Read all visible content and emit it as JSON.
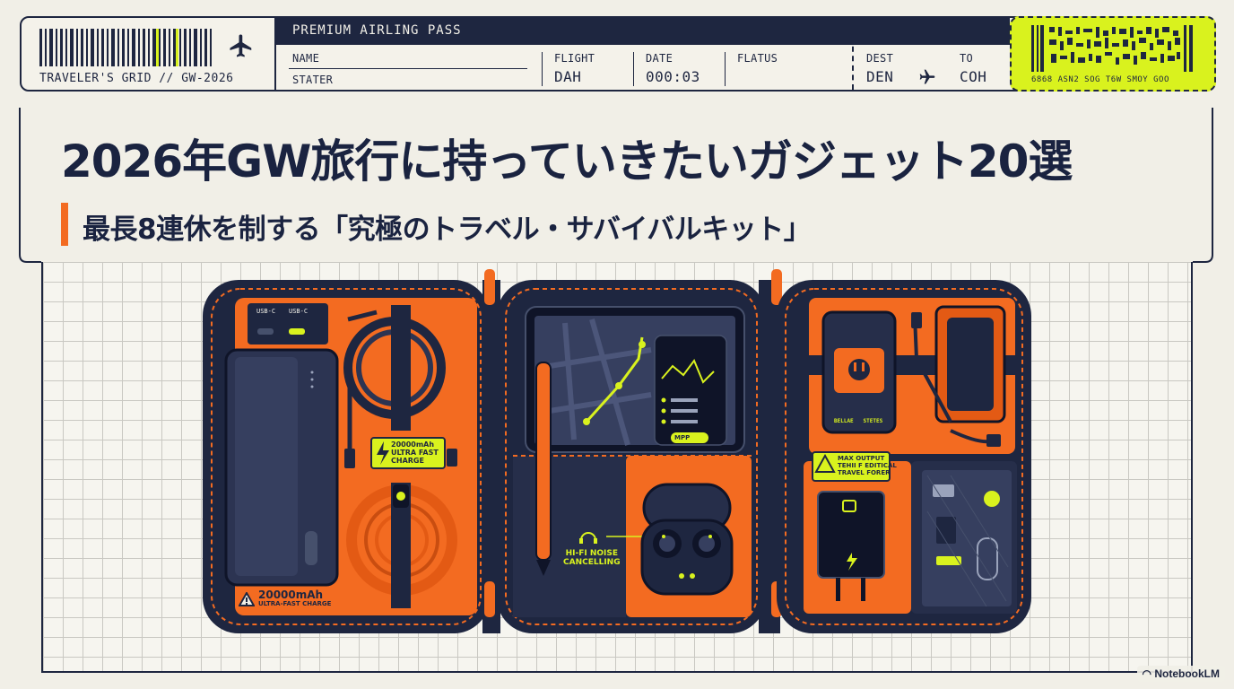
{
  "ticket": {
    "traveler_label": "TRAVELER'S GRID // GW-2026",
    "pass_title": "PREMIUM AIRLING PASS",
    "name_label": "NAME",
    "name_value": "STATER",
    "flight_label": "FLIGHT",
    "flight_value": "DAH",
    "date_label": "DATE",
    "date_value": "000:03",
    "status_label": "FLATUS",
    "dest_label": "DEST",
    "dest_value": "DEN",
    "to_label": "TO",
    "to_value": "COH",
    "stub_codes": "6868  ASN2  SOG  T6W  SMOY  GOO"
  },
  "headline": "2026年GW旅行に持っていきたいガジェット20選",
  "subheadline": "最長8連休を制する「究極のトラベル・サバイバルキット」",
  "kit": {
    "left_panel": {
      "port_label_1": "USB-C",
      "port_label_2": "USB-C",
      "battery_badge": "20000mAh",
      "battery_badge_sub": "ULTRA-FAST CHARGE",
      "cable_tag_line1": "20000mAh",
      "cable_tag_line2": "ULTRA FAST",
      "cable_tag_line3": "CHARGE"
    },
    "middle_panel": {
      "map_button": "MPP",
      "earbuds_label_line1": "HI-FI NOISE",
      "earbuds_label_line2": "CANCELLING"
    },
    "right_panel": {
      "adapter_labels": "BELLAE   STETES",
      "charger_tag_line1": "MAX OUTPUT",
      "charger_tag_line2": "TEHII F EDITICAL",
      "charger_tag_line3": "TRAVEL FORER"
    }
  },
  "brand": "NotebookLM",
  "colors": {
    "navy": "#1e2640",
    "orange": "#f36b21",
    "lime": "#d9f21e",
    "paper": "#f1efe7"
  }
}
